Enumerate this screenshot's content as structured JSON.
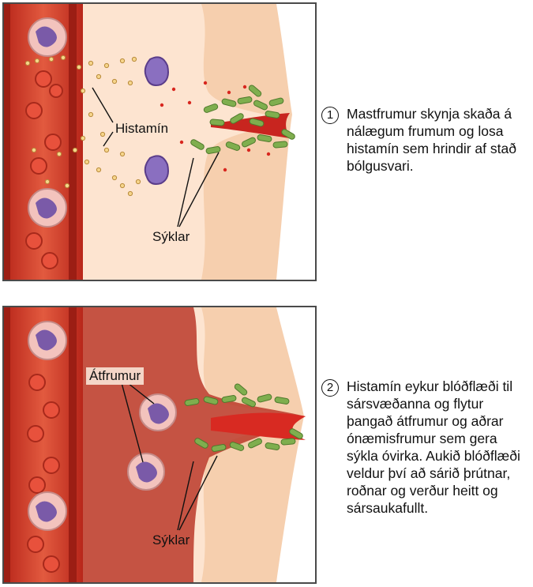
{
  "panel1": {
    "labels": {
      "histamine": "Histamín",
      "germs": "Sýklar"
    }
  },
  "panel2": {
    "labels": {
      "phagocytes": "Átfrumur",
      "germs": "Sýklar"
    }
  },
  "steps": [
    {
      "number": "1",
      "text": "Mastfrumur skynja skaða á nálægum frumum og losa histamín sem hrindir af stað bólgusvari."
    },
    {
      "number": "2",
      "text": "Histamín eykur blóðflæði til sársvæðanna og flytur þangað átfrumur og aðrar ónæmisfrumur sem gera sýkla óvirka. Aukið blóðflæði veldur því að sárið þrútnar, roðnar og verður heitt og sársaukafullt."
    }
  ],
  "colors": {
    "vessel": "#cf3b2a",
    "tissue": "#fde2cc",
    "skin": "#f6cda8",
    "inflamed": "#bb3a2a",
    "bacteria": "#7fae4e",
    "cell_nucleus": "#7a5aa8"
  }
}
